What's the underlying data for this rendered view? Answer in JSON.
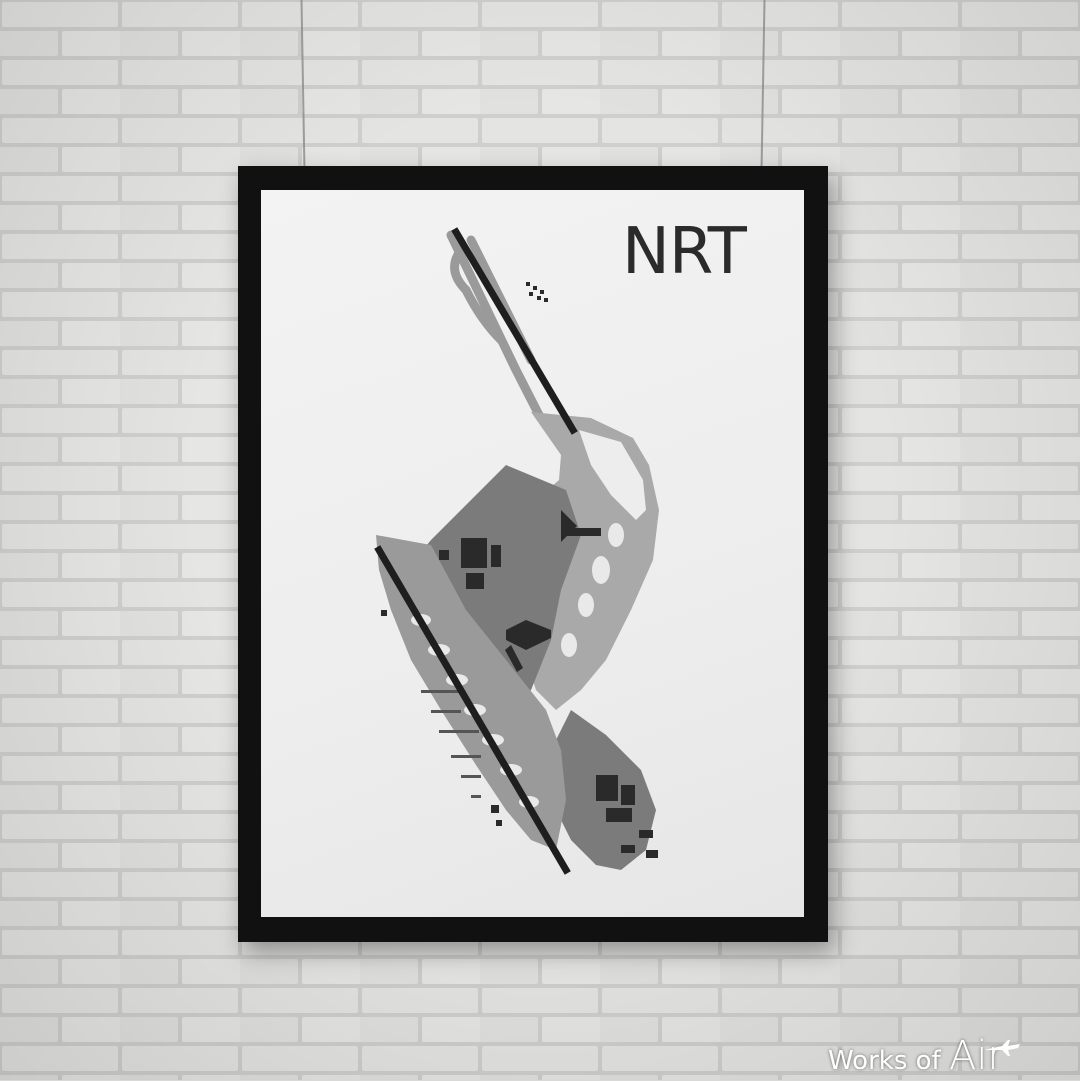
{
  "poster": {
    "airport_code": "NRT"
  },
  "watermark": {
    "text_prefix": "Works of",
    "text_main": "Air",
    "logo_icon": "airplane-icon"
  },
  "colors": {
    "wall": "#dcdcda",
    "frame": "#111111",
    "mat": "#eeeeee",
    "runway": "#1e1e1e",
    "apron": "#7b7b7b",
    "taxiway": "#9a9a9a",
    "building": "#2a2a2a"
  }
}
